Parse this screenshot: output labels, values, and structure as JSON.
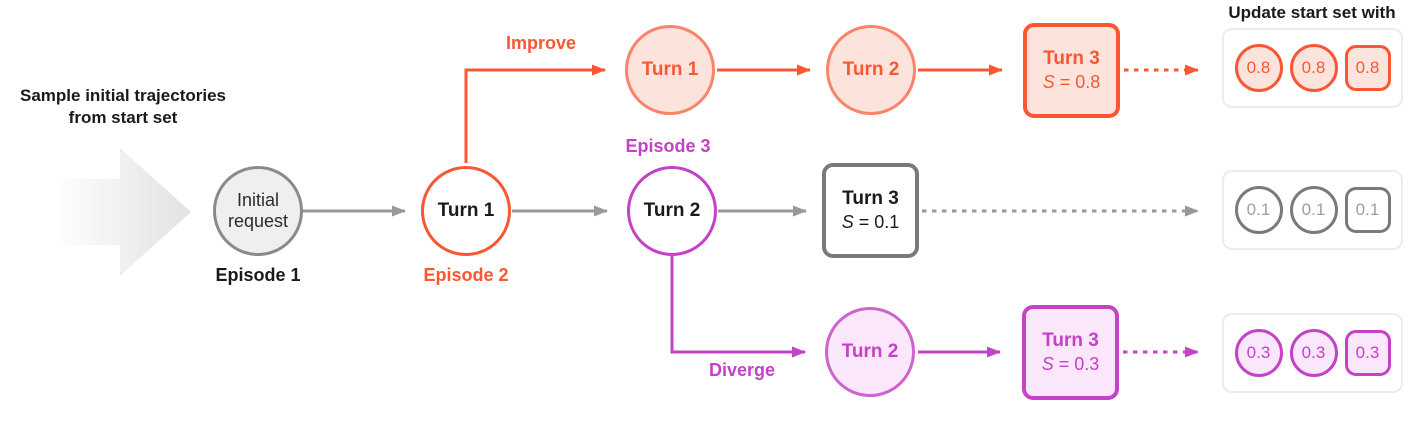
{
  "title": "Update start set with",
  "intro": {
    "note": "Sample initial trajectories\nfrom start set"
  },
  "trunk": {
    "initial": {
      "label": "Initial\nrequest",
      "episode": "Episode 1"
    },
    "turn1": {
      "label": "Turn 1",
      "episode": "Episode 2"
    },
    "turn2": {
      "label": "Turn 2",
      "episode": "Episode 3"
    }
  },
  "branches": {
    "improve": {
      "action": "Improve",
      "nodes": [
        "Turn 1",
        "Turn 2"
      ],
      "final": {
        "label": "Turn 3",
        "score_var": "S",
        "score_rest": " = 0.8"
      },
      "start_set": [
        "0.8",
        "0.8",
        "0.8"
      ]
    },
    "baseline": {
      "final": {
        "label": "Turn 3",
        "score_var": "S",
        "score_rest": " = 0.1"
      },
      "start_set": [
        "0.1",
        "0.1",
        "0.1"
      ]
    },
    "diverge": {
      "action": "Diverge",
      "nodes": [
        "Turn 2"
      ],
      "final": {
        "label": "Turn 3",
        "score_var": "S",
        "score_rest": " = 0.3"
      },
      "start_set": [
        "0.3",
        "0.3",
        "0.3"
      ]
    }
  },
  "colors": {
    "orange": "#F95734",
    "orange_soft": "#F9846A",
    "orange_fill": "#FCE4DD",
    "magenta": "#C342C5",
    "magenta_soft": "#CC64CC",
    "magenta_fill": "#FBE7FB",
    "gray_line": "#999999",
    "gray_border": "#8A8A8A",
    "gray_box_border": "#7A7A7A",
    "gray_fill": "#EFEFEF",
    "gray_text": "#9E9E9E",
    "container_border": "#ECECEC",
    "text_dark": "#1A1A1A"
  }
}
